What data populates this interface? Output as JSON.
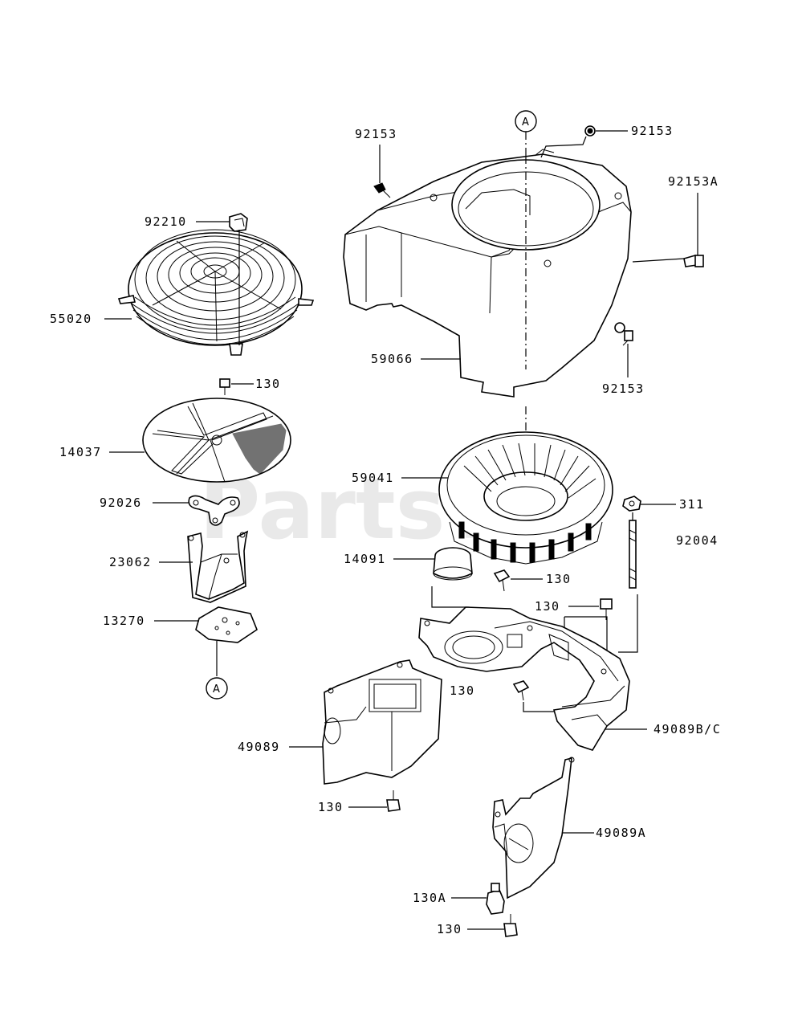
{
  "watermark": "PartsTre",
  "reference_marker": "A",
  "labels": {
    "p92153_top_left": "92153",
    "p92153_top_right": "92153",
    "p92153A": "92153A",
    "p92153_bottom": "92153",
    "p92210": "92210",
    "p55020": "55020",
    "p130_plate": "130",
    "p14037": "14037",
    "p92026": "92026",
    "p23062": "23062",
    "p13270": "13270",
    "p59066": "59066",
    "p59041": "59041",
    "p311": "311",
    "p92004": "92004",
    "p14091": "14091",
    "p130_mid": "130",
    "p130_bracket": "130",
    "p130_center": "130",
    "p49089": "49089",
    "p49089BC": "49089B/C",
    "p130_lower": "130",
    "p49089A": "49089A",
    "p130A": "130A",
    "p130_bottom": "130"
  }
}
